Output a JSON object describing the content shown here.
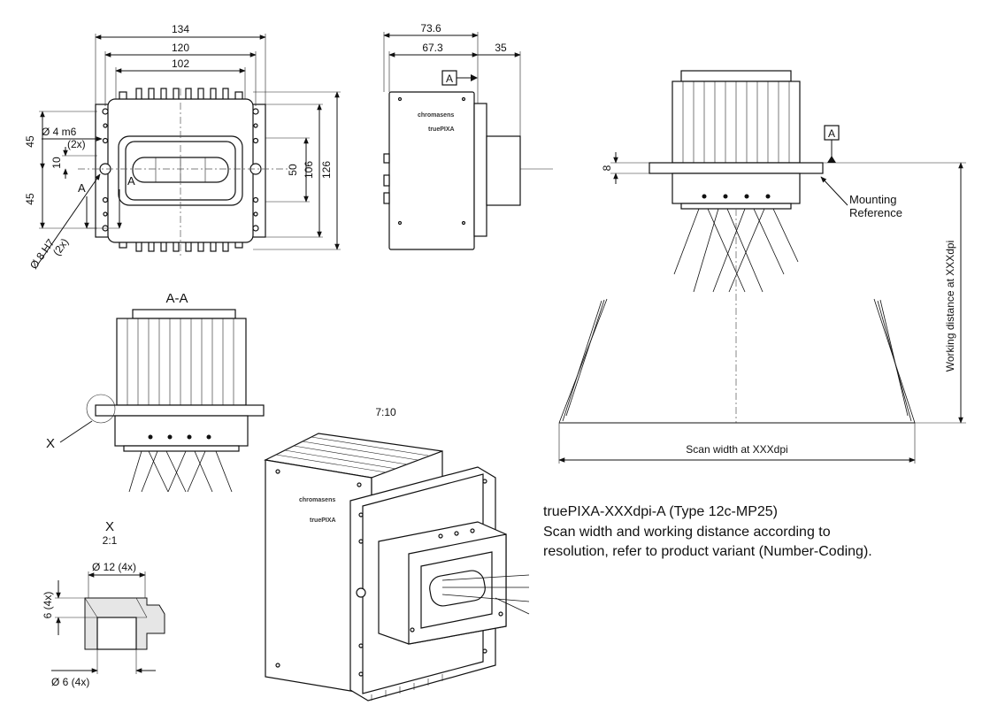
{
  "front_view": {
    "dim_134": "134",
    "dim_120": "120",
    "dim_102": "102",
    "dim_45_top": "45",
    "dim_45_bottom": "45",
    "dim_10": "10",
    "dim_50": "50",
    "dim_106": "106",
    "dim_126": "126",
    "hole_4m6": "Ø 4 m6",
    "hole_4m6_count": "(2x)",
    "hole_8h7": "Ø 8 H7",
    "hole_8h7_count": "(2x)",
    "section_marker_left": "A",
    "section_marker_right": "A"
  },
  "side_view": {
    "dim_73_6": "73.6",
    "dim_67_3": "67.3",
    "dim_35": "35",
    "datum": "A",
    "brand": "chromasens",
    "model": "truePIXA"
  },
  "section_view": {
    "title": "A-A",
    "detail_marker": "X"
  },
  "detail_view": {
    "title": "X",
    "scale": "2:1",
    "dim_12": "Ø 12 (4x)",
    "dim_6_height": "6 (4x)",
    "dim_6_dia": "Ø 6 (4x)"
  },
  "iso_view": {
    "scale": "7:10",
    "brand": "chromasens",
    "model": "truePIXA"
  },
  "working_view": {
    "datum": "A",
    "dim_8": "8",
    "mounting_reference_line1": "Mounting",
    "mounting_reference_line2": "Reference",
    "working_distance": "Working distance at XXXdpi",
    "scan_width": "Scan width at XXXdpi"
  },
  "description": {
    "line1": "truePIXA-XXXdpi-A   (Type 12c-MP25)",
    "line2": "Scan width and working distance according to",
    "line3": "resolution, refer to product variant (Number-Coding)."
  }
}
